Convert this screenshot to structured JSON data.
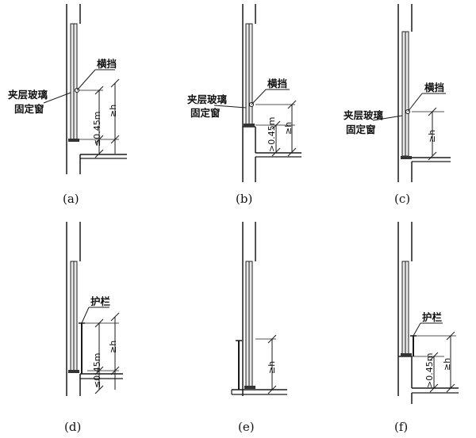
{
  "panels": [
    {
      "caption": "(a)",
      "label_lines": [
        "夹层玻璃",
        "固定窗"
      ],
      "member_label": "横挡",
      "dim_left": "≤0.45m",
      "dim_right": "≥h"
    },
    {
      "caption": "(b)",
      "label_lines": [
        "夹层玻璃",
        "固定窗"
      ],
      "member_label": "横挡",
      "dim_left": ">0.45m",
      "dim_right": "≥h"
    },
    {
      "caption": "(c)",
      "label_lines": [
        "夹层玻璃",
        "固定窗"
      ],
      "member_label": "横挡",
      "dim_right": "≥h"
    },
    {
      "caption": "(d)",
      "member_label": "护栏",
      "dim_left": "≤0.45m",
      "dim_right": "≥h"
    },
    {
      "caption": "(e)",
      "dim_right": "≥h"
    },
    {
      "caption": "(f)",
      "member_label": "护栏",
      "dim_left": ">0.45m",
      "dim_right": "≥h"
    }
  ]
}
